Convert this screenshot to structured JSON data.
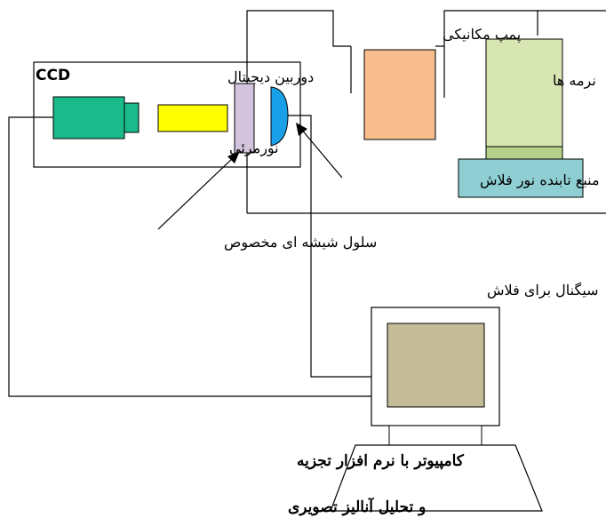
{
  "labels": {
    "camera_title": "دوربین دیجیتال",
    "camera_ccd": "CCD",
    "light_filter": "نورمرئی",
    "pump": "پمپ مکانیکی",
    "software": "نرمه ها",
    "flash_source": "منبع تابنده نور فلاش",
    "glass_cell": "سلول شیشه ای مخصوص",
    "flash_signal": "سیگنال برای فلاش",
    "computer_line1": "کامپیوتر با نرم افزار تجزیه",
    "computer_line2": "و تحلیل آنالیز تصویری"
  },
  "colors": {
    "camera": "#1aba8a",
    "light_filter": "#ffff00",
    "glass_cell": "#d2c4dc",
    "lens": "#1aa0e8",
    "pump": "#f9be8e",
    "software_box": "#d8e6b4",
    "software_band": "#b6d18a",
    "flash_base": "#8fcfd4",
    "monitor_screen": "#c4bc96",
    "outline": "#000000"
  }
}
